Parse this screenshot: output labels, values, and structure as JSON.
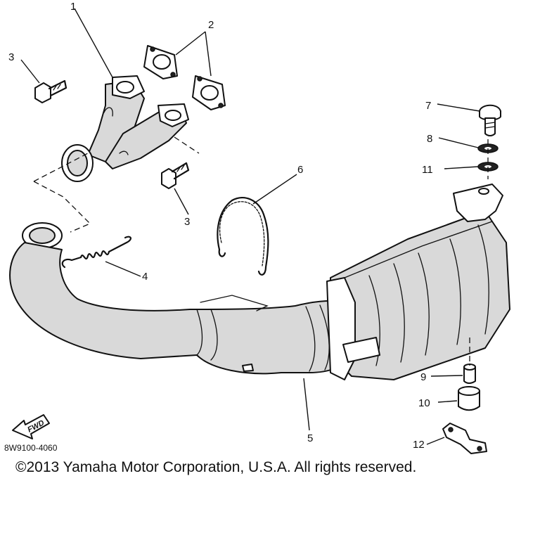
{
  "callouts": {
    "c1": "1",
    "c2": "2",
    "c3a": "3",
    "c3b": "3",
    "c4": "4",
    "c5": "5",
    "c6": "6",
    "c7": "7",
    "c8": "8",
    "c9": "9",
    "c10": "10",
    "c11": "11",
    "c12": "12"
  },
  "fwd_label": "FWD",
  "diagram_code": "8W9100-4060",
  "copyright": "©2013 Yamaha Motor Corporation, U.S.A. All rights reserved."
}
